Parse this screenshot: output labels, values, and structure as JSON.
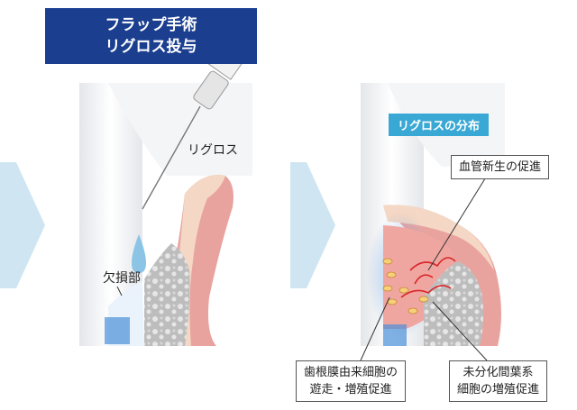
{
  "title": {
    "line1": "フラップ手術",
    "line2": "リグロス投与"
  },
  "left_panel": {
    "drug_label": "リグロス",
    "defect_label": "欠損部"
  },
  "right_panel": {
    "distribution_tag": "リグロスの分布",
    "angiogenesis_label": "血管新生の促進",
    "pdl_cells_label": {
      "line1": "歯根膜由来細胞の",
      "line2": "遊走・増殖促進"
    },
    "mesenchymal_label": {
      "line1": "未分化間葉系",
      "line2": "細胞の増殖促進"
    }
  },
  "colors": {
    "title_bg": "#1b3e8f",
    "tag_bg": "#3aa8d4",
    "gum": "#e9a39f",
    "bone": "#c9c9c9",
    "tooth": "#f1f2f4",
    "arrow": "#cfe6f2",
    "droplet": "#8cc4e6"
  }
}
